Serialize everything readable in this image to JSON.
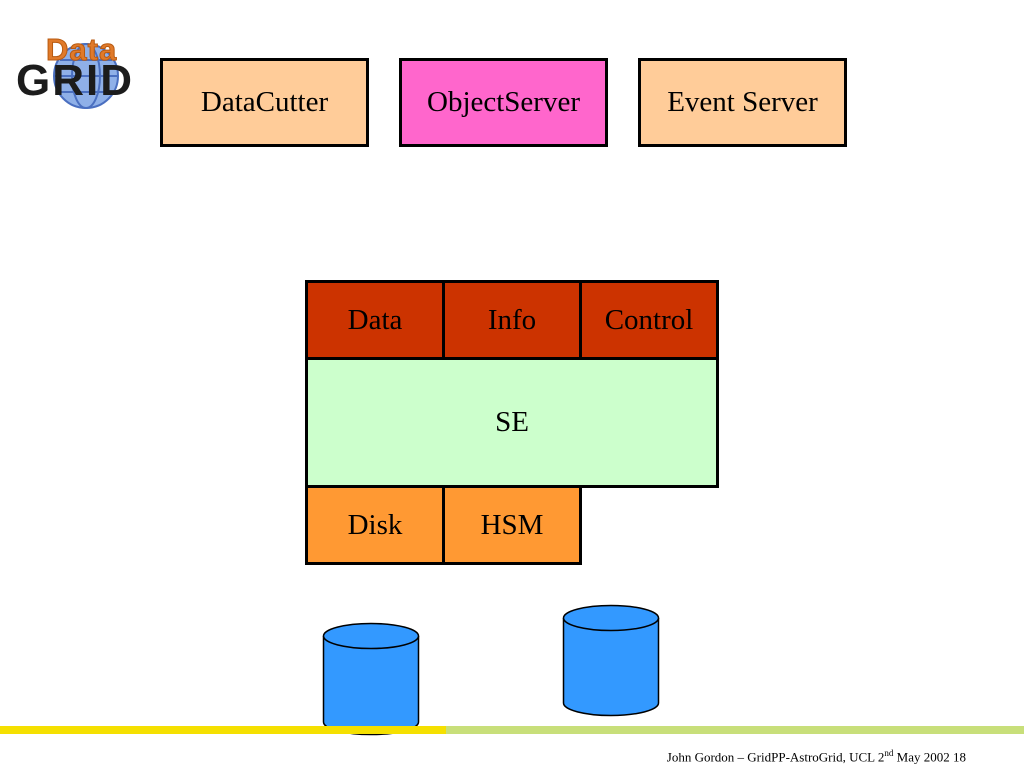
{
  "logo": {
    "word_top": "Data",
    "word_bottom": "GRID"
  },
  "top_boxes": [
    {
      "label": "DataCutter",
      "color": "#ffcc99"
    },
    {
      "label": "ObjectServer",
      "color": "#ff66cc"
    },
    {
      "label": "Event Server",
      "color": "#ffcc99"
    }
  ],
  "se_stack": {
    "interfaces": [
      {
        "label": "Data",
        "color": "#cc3300"
      },
      {
        "label": "Info",
        "color": "#cc3300"
      },
      {
        "label": "Control",
        "color": "#cc3300"
      }
    ],
    "core": {
      "label": "SE",
      "color": "#ccffcc"
    },
    "backends": [
      {
        "label": "Disk",
        "color": "#ff9933"
      },
      {
        "label": "HSM",
        "color": "#ff9933"
      }
    ]
  },
  "storage_cylinders": {
    "count": 2,
    "color": "#3399ff"
  },
  "colors": {
    "footer_yellow": "#f5e000",
    "footer_green": "#c8df7a"
  },
  "footer": {
    "author": "John Gordon – GridPP-AstroGrid, UCL 2",
    "ordinal_suffix": "nd",
    "date_page": " May 2002 18"
  }
}
